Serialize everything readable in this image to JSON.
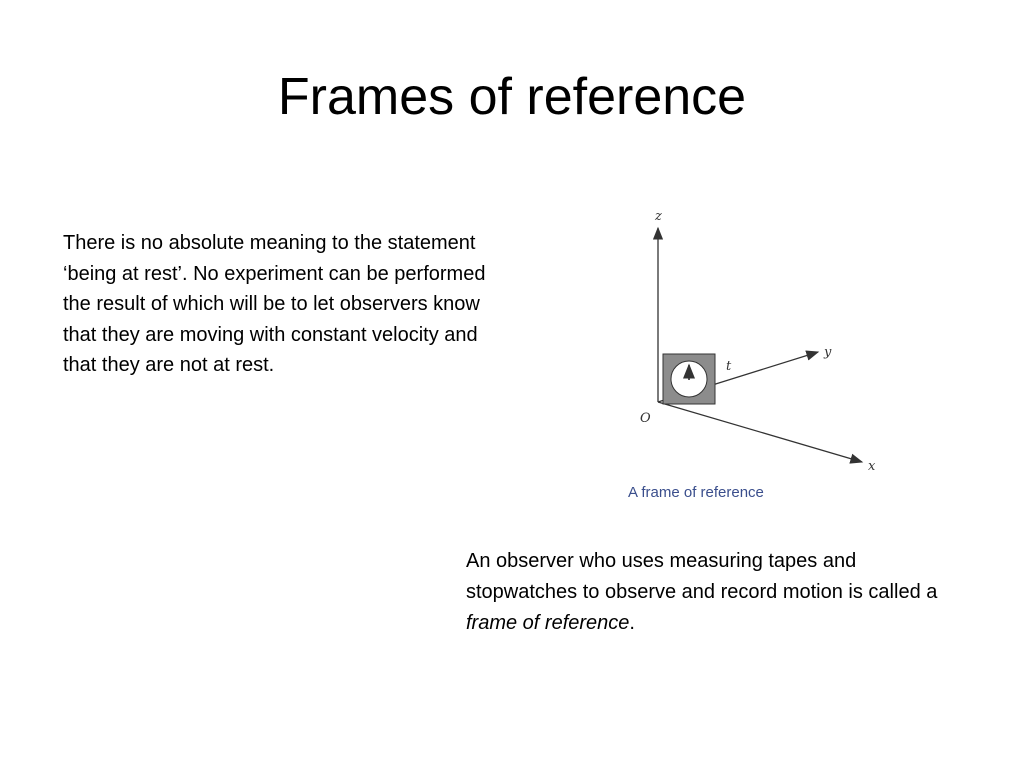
{
  "slide": {
    "title": "Frames of reference",
    "left_paragraph": "There is no absolute meaning to the statement ‘being at rest’. No experiment can be performed the result of which will be to let observers know that they are moving with constant velocity and that they are not at rest.",
    "right_paragraph": {
      "prefix": "An observer who uses measuring tapes and stopwatches to observe and record motion is called a ",
      "emphasis": "frame of reference",
      "suffix": "."
    }
  },
  "figure": {
    "axis_labels": {
      "z": "z",
      "y": "y",
      "x": "x",
      "origin": "O",
      "clock": "t"
    },
    "caption": "A frame of reference",
    "colors": {
      "caption": "#3a4e8c",
      "box": "#8c8c8c",
      "lines": "#333333"
    }
  }
}
